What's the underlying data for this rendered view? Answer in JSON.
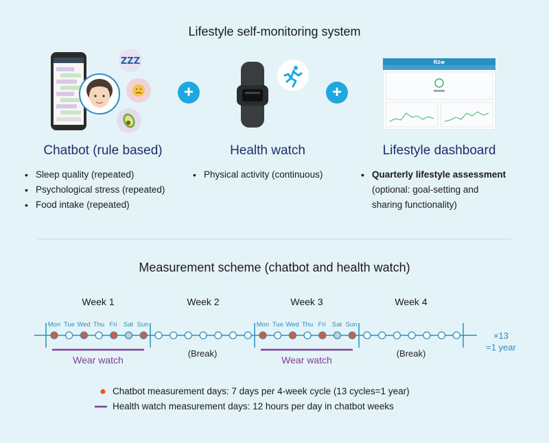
{
  "title": "Lifestyle self-monitoring system",
  "columns": [
    {
      "heading": "Chatbot (rule based)",
      "bullets": [
        "Sleep quality (repeated)",
        "Psychological stress (repeated)",
        "Food intake (repeated)"
      ]
    },
    {
      "heading": "Health watch",
      "bullets": [
        "Physical activity (continuous)"
      ]
    },
    {
      "heading": "Lifestyle dashboard",
      "bullets": [
        "Quarterly lifestyle assessment"
      ],
      "note_line1": "(optional: goal-setting and",
      "note_line2": "sharing functionality)"
    }
  ],
  "plus_sign": "+",
  "icons": {
    "sleep": "ZZZ",
    "dashboard_logo": "fi2w"
  },
  "scheme": {
    "title": "Measurement scheme (chatbot and health watch)",
    "weeks": [
      "Week 1",
      "Week 2",
      "Week 3",
      "Week 4"
    ],
    "days": [
      "Mon",
      "Tue",
      "Wed",
      "Thu",
      "Fri",
      "Sat",
      "Sun"
    ],
    "wear_label": "Wear watch",
    "break_label": "(Break)",
    "cycles_label_1": "×13",
    "cycles_label_2": "=1 year",
    "chatbot_days": [
      1,
      0,
      1,
      0,
      1,
      0,
      1
    ],
    "sat_grey": true
  },
  "legend": {
    "chatbot": "Chatbot measurement days: 7 days per 4-week cycle (13 cycles=1 year)",
    "watch": "Health watch measurement days: 12 hours per day in chatbot weeks"
  },
  "colors": {
    "accent_blue": "#2a8fc1",
    "orange": "#e8542b",
    "purple": "#7b3f97",
    "heading_navy": "#1c2d6b",
    "plus_blue": "#1ea8df"
  }
}
